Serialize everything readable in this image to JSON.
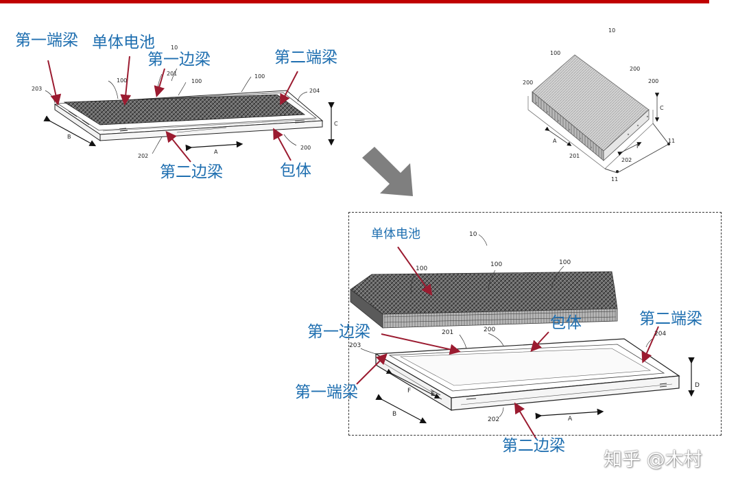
{
  "labels": {
    "tl_first_end_beam": "第一端梁",
    "tl_cell": "单体电池",
    "tl_first_side_beam": "第一边梁",
    "tl_second_end_beam": "第二端梁",
    "tl_second_side_beam": "第二边梁",
    "tl_pack": "包体",
    "br_cell": "单体电池",
    "br_first_side_beam": "第一边梁",
    "br_pack": "包体",
    "br_second_end_beam": "第二端梁",
    "br_first_end_beam": "第一端梁",
    "br_second_side_beam": "第二边梁"
  },
  "refs": {
    "tl": [
      "10",
      "201",
      "100",
      "100",
      "100",
      "203",
      "204",
      "C",
      "B",
      "A",
      "202",
      "200"
    ],
    "tr": [
      "10",
      "100",
      "200",
      "200",
      "200",
      "C",
      "A",
      "F",
      "201",
      "202",
      "11",
      "11"
    ],
    "br": [
      "10",
      "100",
      "100",
      "100",
      "201",
      "200",
      "203",
      "204",
      "F",
      "E",
      "B",
      "202",
      "A",
      "D"
    ]
  },
  "watermark": "知乎 @木村",
  "colors": {
    "label": "#1f6fb0",
    "pointer": "#9b1b30",
    "topbar": "#c00000",
    "big_arrow": "#7f7f7f"
  }
}
